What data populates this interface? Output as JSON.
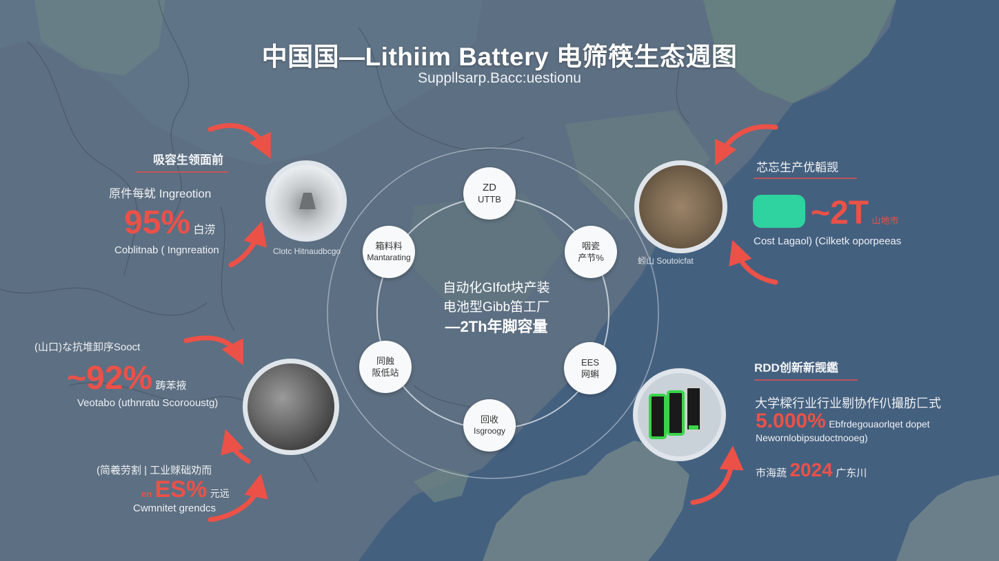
{
  "title": "中国国—Lithiim Battery 电筛筷生态週图",
  "subtitle": "Suppllsarp.Bacc:uestionu",
  "colors": {
    "accent_red": "#ec5148",
    "teal_badge": "#2ed3a0",
    "sea": "#3f5a7c",
    "land": "#5c7285",
    "node_bg": "#f8f9fa"
  },
  "top_left": {
    "heading": "吸容生领面前",
    "line1": "原件每蚘 Ingreotion",
    "value": "95%",
    "value_suffix": "白涝",
    "caption": "Coblitnab ( Ingnreation",
    "photo_caption": "Clotc Hitnaudbcgo",
    "icon": "salt-flat-photo"
  },
  "mid_left": {
    "heading": "(山口)な抗堆卸序Sooct",
    "value": "~92%",
    "value_suffix": "踌苯掖",
    "caption": "Veotabo (uthnratu Scorooustg)",
    "icon": "graphite-ore-photo"
  },
  "bottom_left": {
    "heading": "(简羲劳割 | 工业赇础劝而",
    "value_prefix": "en",
    "value": "ES%",
    "value_suffix": "元远",
    "caption": "Cwmnitet grendcs"
  },
  "top_right": {
    "heading": "芯忘生产优韜觊",
    "value": "~2T",
    "value_suffix": "山地市",
    "caption": "Cost Lagaol) (Cilketk oporpeeas",
    "photo_caption": "蚓山 Soutoicfat",
    "badge": "teal-badge",
    "icon": "mineral-ore-photo"
  },
  "bottom_right": {
    "heading": "RDD创新新觊鑑",
    "line1": "大学樑行业行业剔协作仈撮肪匚式",
    "value": "5.000%",
    "value_suffix": "Ebfrdegouaorlqet dopet",
    "caption": "Newornlobipsudoctnooeg)",
    "year_prefix": "市海蔬",
    "year": "2024",
    "year_suffix": "广东川",
    "icon": "battery-cells-photo"
  },
  "hub": {
    "line1": "自动化GIfot块产装",
    "line2": "电池型Gibb笛工厂",
    "line3": "—2Th年脚容量",
    "nodes": [
      {
        "id": "top",
        "line1": "ZD",
        "line2": "UTTB"
      },
      {
        "id": "upper-left",
        "line1": "箱料料",
        "line2": "Mantarating"
      },
      {
        "id": "upper-right",
        "line1": "咽瓷",
        "line2": "产节%"
      },
      {
        "id": "lower-left",
        "line1": "同蝕",
        "line2": "阪低站"
      },
      {
        "id": "lower-right",
        "line1": "EES",
        "line2": "网蝌"
      },
      {
        "id": "bottom",
        "line1": "回收",
        "line2": "Isgroogy"
      }
    ]
  }
}
